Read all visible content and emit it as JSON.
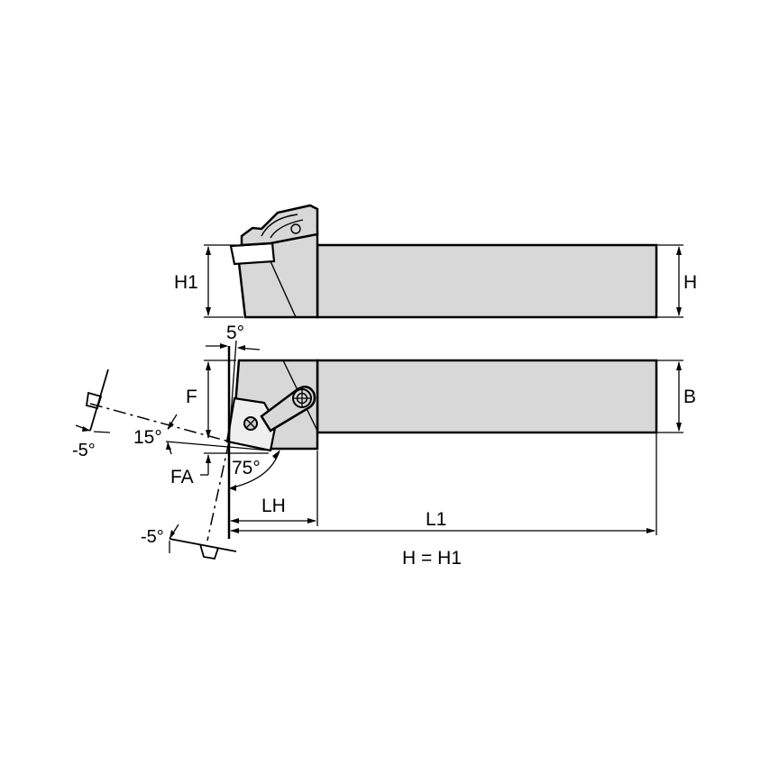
{
  "drawing": {
    "type": "technical-drawing",
    "subject": "turning tool holder (side view and top view)",
    "colors": {
      "background": "#ffffff",
      "body_fill": "#d8d8d8",
      "line": "#000000"
    }
  },
  "labels": {
    "h1_left": "H1",
    "h_right": "H",
    "b_right": "B",
    "f": "F",
    "fa": "FA",
    "angle_5_top": "5°",
    "angle_15": "15°",
    "angle_75": "75°",
    "angle_minus5_upper": "-5°",
    "angle_minus5_lower": "-5°",
    "lh": "LH",
    "l1": "L1",
    "note": "H = H1"
  }
}
